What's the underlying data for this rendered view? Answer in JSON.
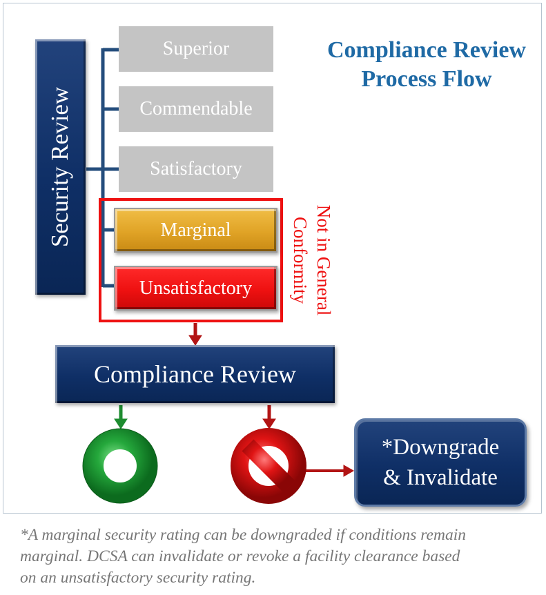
{
  "title": {
    "line1": "Compliance Review",
    "line2": "Process Flow"
  },
  "security_review": "Security Review",
  "ratings": [
    {
      "label": "Superior"
    },
    {
      "label": "Commendable"
    },
    {
      "label": "Satisfactory"
    },
    {
      "label": "Marginal"
    },
    {
      "label": "Unsatisfactory"
    }
  ],
  "nonconformity_label": {
    "line1": "Not in General",
    "line2": "Conformity"
  },
  "compliance_review": "Compliance Review",
  "outcome_box": {
    "line1": "*Downgrade",
    "line2": "& Invalidate"
  },
  "footnote": {
    "line1": "*A marginal security rating can be downgraded if conditions remain",
    "line2": "marginal.  DCSA can invalidate or revoke a facility clearance based",
    "line3": "on an unsatisfactory security rating."
  },
  "colors": {
    "navy": "#0f2f66",
    "connector": "#244d7c",
    "gray_box": "#c4c4c4",
    "marginal": "#e6ad2e",
    "unsatisfactory": "#ee1111",
    "highlight_border": "#ee1111",
    "title": "#1f6aa5",
    "pass_green": "#22a03a",
    "stop_red": "#dd1111",
    "arrow_red": "#b21414",
    "arrow_green": "#1e8c30"
  },
  "icons": {
    "pass": "green-ring-icon",
    "stop": "prohibition-icon"
  }
}
